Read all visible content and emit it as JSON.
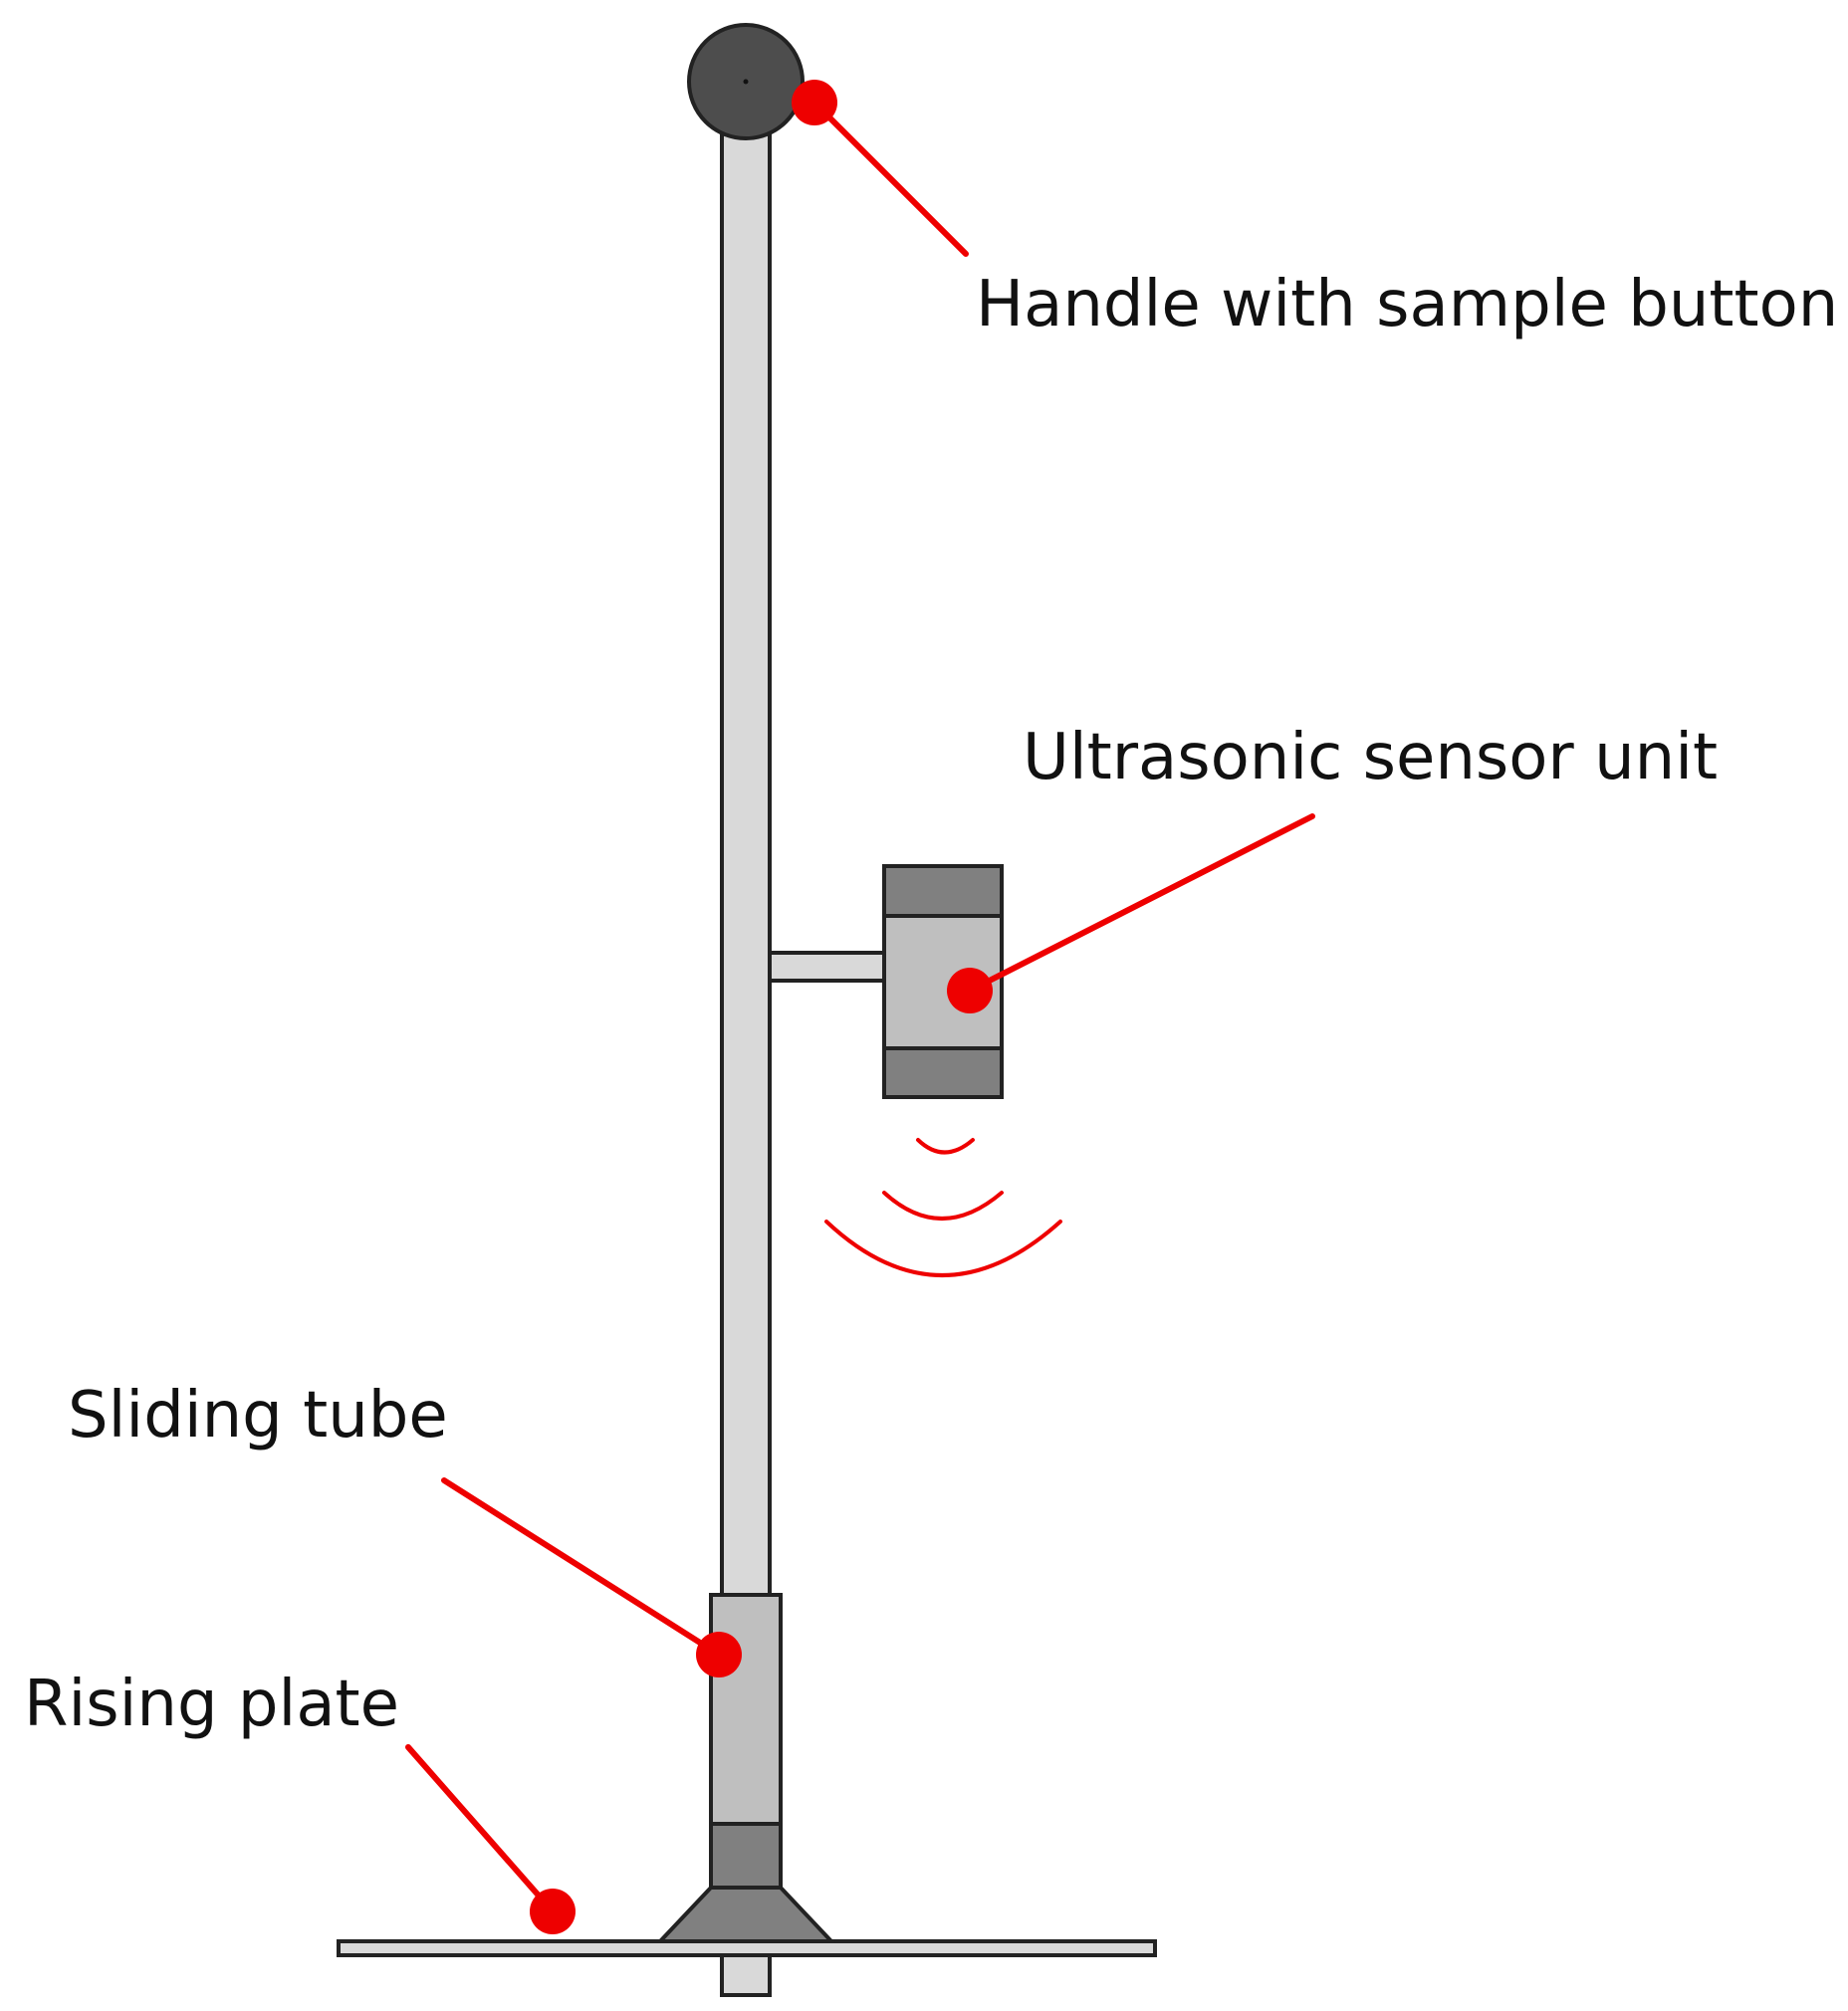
{
  "labels": {
    "handle": "Handle with sample button",
    "sensor": "Ultrasonic sensor unit",
    "sliding_tube": "Sliding tube",
    "rising_plate": "Rising plate"
  },
  "colors": {
    "callout": "#ee0000",
    "outline": "#222222",
    "pole_fill": "#d9d9d9",
    "tube_fill": "#bfbfbf",
    "dark_fill": "#808080",
    "knob_fill": "#4d4d4d",
    "plate_fill": "#d9d9d9"
  }
}
